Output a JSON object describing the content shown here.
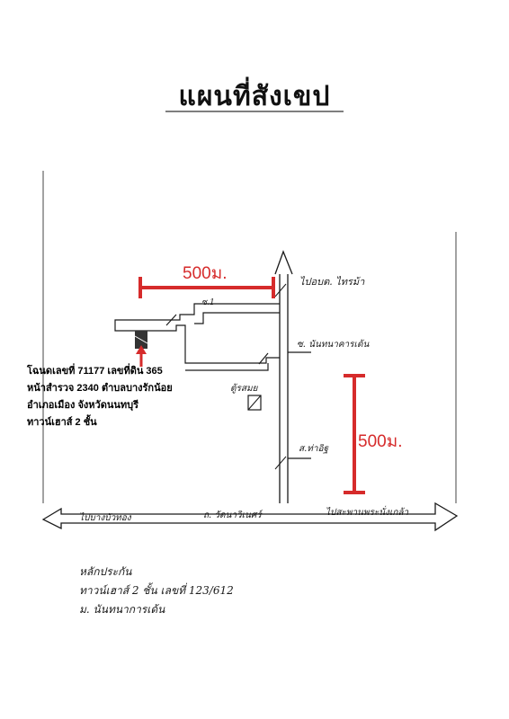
{
  "title": "แผนที่สังเขป",
  "scale": {
    "horizontal": "500ม.",
    "vertical": "500ม."
  },
  "road_labels": {
    "to_market": "ไปอบต. ไทรม้า",
    "soi_1": "ซ.1",
    "soi_nonthanakhon": "ซ. นันทนาคารเด้น",
    "phuchai": "ส.ท่าอิฐ",
    "main_road": "ถ. วัดนาวิเนศร์",
    "left_dir": "ไปบางบัวทอง",
    "right_dir": "ไปสะพานพระนั่งเกล้า",
    "box_label": "ตู้รสมย"
  },
  "info": {
    "line1": "โฉนดเลขที่ 71177 เลขที่ดิน 365",
    "line2": "หน้าสำรวจ 2340 ตำบลบางรักน้อย",
    "line3": "อำเภอเมือง จังหวัดนนทบุรี",
    "line4": "ทาวน์เฮาส์ 2 ชั้น"
  },
  "note": {
    "line1": "หลักประกัน",
    "line2": "ทาวน์เฮาส์ 2 ชั้น เลขที่ 123/612",
    "line3": "ม. นันทนาการเด้น"
  },
  "colors": {
    "scale": "#d62b2b",
    "ink": "#1a1a1a"
  }
}
